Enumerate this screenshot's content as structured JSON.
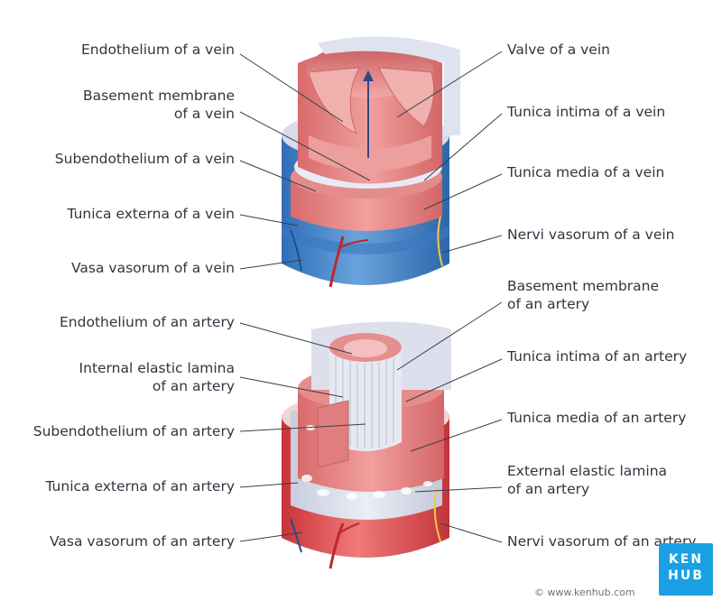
{
  "labels_left": [
    {
      "id": "vein-endothelium",
      "lines": [
        "Endothelium of a vein"
      ]
    },
    {
      "id": "vein-basement-membrane",
      "lines": [
        "Basement membrane",
        "of a vein"
      ]
    },
    {
      "id": "vein-subendothelium",
      "lines": [
        "Subendothelium of a vein"
      ]
    },
    {
      "id": "vein-tunica-externa",
      "lines": [
        "Tunica externa of a vein"
      ]
    },
    {
      "id": "vein-vasa-vasorum",
      "lines": [
        "Vasa vasorum of a vein"
      ]
    },
    {
      "id": "artery-endothelium",
      "lines": [
        "Endothelium of an artery"
      ]
    },
    {
      "id": "artery-internal-elastic-lamina",
      "lines": [
        "Internal elastic lamina",
        "of an artery"
      ]
    },
    {
      "id": "artery-subendothelium",
      "lines": [
        "Subendothelium of an artery"
      ]
    },
    {
      "id": "artery-tunica-externa",
      "lines": [
        "Tunica externa of an artery"
      ]
    },
    {
      "id": "artery-vasa-vasorum",
      "lines": [
        "Vasa vasorum of an artery"
      ]
    }
  ],
  "labels_right": [
    {
      "id": "vein-valve",
      "lines": [
        "Valve of a vein"
      ]
    },
    {
      "id": "vein-tunica-intima",
      "lines": [
        "Tunica intima of a vein"
      ]
    },
    {
      "id": "vein-tunica-media",
      "lines": [
        "Tunica media of a vein"
      ]
    },
    {
      "id": "vein-nervi-vasorum",
      "lines": [
        "Nervi vasorum of a vein"
      ]
    },
    {
      "id": "artery-basement-membrane",
      "lines": [
        "Basement membrane",
        "of an artery"
      ]
    },
    {
      "id": "artery-tunica-intima",
      "lines": [
        "Tunica intima of an artery"
      ]
    },
    {
      "id": "artery-tunica-media",
      "lines": [
        "Tunica media of an artery"
      ]
    },
    {
      "id": "artery-external-elastic-lamina",
      "lines": [
        "External elastic lamina",
        "of an artery"
      ]
    },
    {
      "id": "artery-nervi-vasorum",
      "lines": [
        "Nervi vasorum of an artery"
      ]
    }
  ],
  "logo": {
    "line1": "KEN",
    "line2": "HUB"
  },
  "copyright": "© www.kenhub.com",
  "colors": {
    "vein_externa": "#4a86c8",
    "artery_externa": "#d9484c",
    "media": "#e07f80",
    "intima": "#eeb0ae",
    "elastic": "#dfe3ef",
    "leader": "#3a3f47",
    "brand": "#1aa1e3"
  }
}
